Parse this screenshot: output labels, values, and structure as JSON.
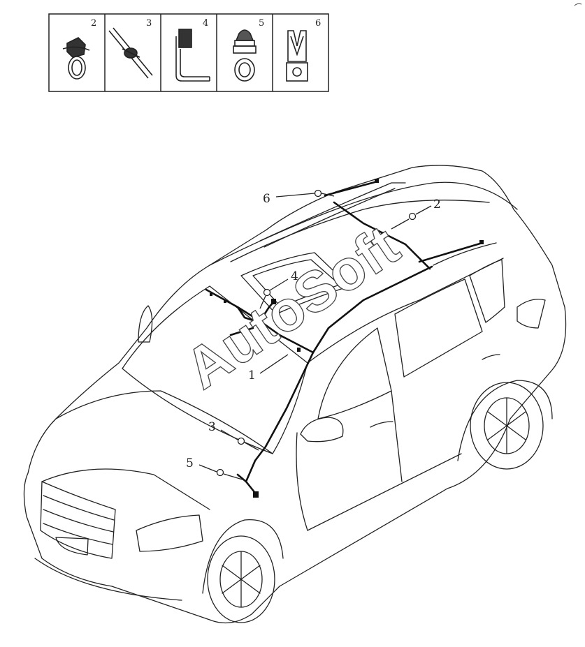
{
  "legend": {
    "items": [
      {
        "number": "2",
        "icon": "strap-clamp-icon"
      },
      {
        "number": "3",
        "icon": "cable-tie-icon"
      },
      {
        "number": "4",
        "icon": "hook-clip-icon"
      },
      {
        "number": "5",
        "icon": "push-pin-clip-icon"
      },
      {
        "number": "6",
        "icon": "bracket-clip-icon"
      }
    ]
  },
  "callouts": [
    {
      "number": "1"
    },
    {
      "number": "2"
    },
    {
      "number": "3"
    },
    {
      "number": "4"
    },
    {
      "number": "5"
    },
    {
      "number": "6"
    }
  ],
  "watermark": "AutoSoft",
  "colors": {
    "line": "#222222",
    "harness": "#111111",
    "background": "#ffffff"
  }
}
